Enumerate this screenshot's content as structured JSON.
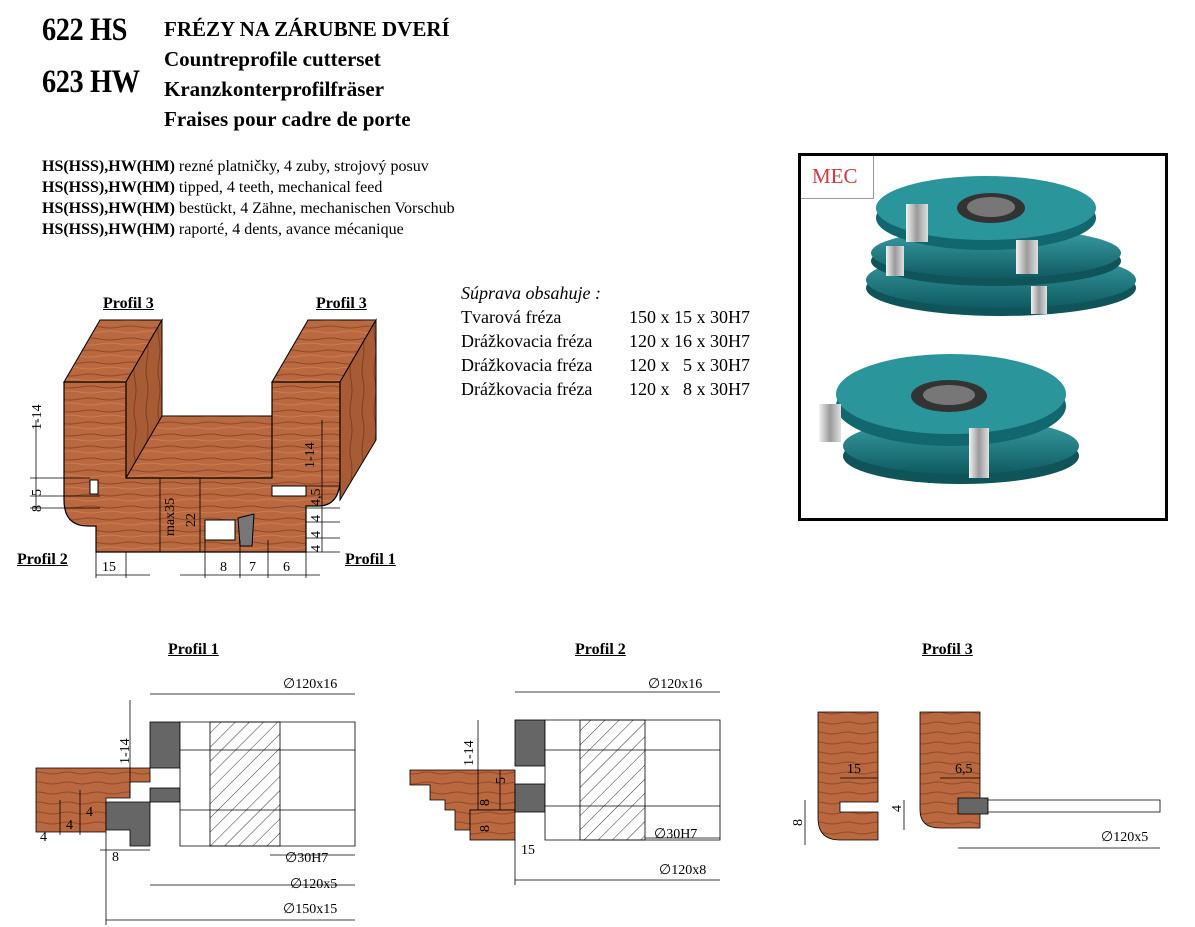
{
  "header": {
    "code1": "622 HS",
    "code2": "623 HW",
    "titles": [
      "FRÉZY NA ZÁRUBNE DVERÍ",
      "Countreprofile cutterset",
      "Kranzkonterprofilfräser",
      "Fraises pour cadre de porte"
    ]
  },
  "specs": [
    {
      "bold": "HS(HSS),HW(HM)",
      "text": " rezné platničky, 4  zuby, strojový posuv"
    },
    {
      "bold": "HS(HSS),HW(HM)",
      "text": " tipped, 4 teeth, mechanical feed"
    },
    {
      "bold": "HS(HSS),HW(HM)",
      "text": " bestückt, 4 Zähne, mechanischen Vorschub"
    },
    {
      "bold": "HS(HSS),HW(HM)",
      "text": " raporté, 4 dents, avance mécanique"
    }
  ],
  "suprava": {
    "heading": "Súprava obsahuje :",
    "rows": [
      {
        "name": "Tvarová fréza",
        "size": "150 x 15 x 30H7"
      },
      {
        "name": "Drážkovacia fréza",
        "size": "120 x 16 x 30H7"
      },
      {
        "name": "Drážkovacia fréza",
        "size": "120 x   5 x 30H7"
      },
      {
        "name": "Drážkovacia fréza",
        "size": "120 x   8 x 30H7"
      }
    ]
  },
  "mec_label": "MEC",
  "brand_color": "#d9363e",
  "cutter_color": "#1f7f86",
  "wood_color": "#b9683f",
  "main_drawing": {
    "profil3_left": "Profil 3",
    "profil3_right": "Profil 3",
    "profil2": "Profil 2",
    "profil1": "Profil 1",
    "dims": {
      "d_1_14_left": "1-14",
      "d_5_left": "5",
      "d_8_left": "8",
      "d_max35": "max35",
      "d_22": "22",
      "d_1_14_right": "1-14",
      "d_4_5": "4,5",
      "d_4a": "4",
      "d_4b": "4",
      "d_4c": "4",
      "d_15": "15",
      "d_8": "8",
      "d_7": "7",
      "d_6": "6"
    }
  },
  "profil1": {
    "label": "Profil 1",
    "d_top": "∅120x16",
    "d_1_14": "1-14",
    "d_4a": "4",
    "d_4b": "4",
    "d_4c": "4",
    "d_8": "8",
    "d_bore": "∅30H7",
    "d_120x5": "∅120x5",
    "d_150x15": "∅150x15"
  },
  "profil2": {
    "label": "Profil 2",
    "d_top": "∅120x16",
    "d_1_14": "1-14",
    "d_5": "5",
    "d_8a": "8",
    "d_8b": "8",
    "d_bore": "∅30H7",
    "d_15": "15",
    "d_120x8": "∅120x8"
  },
  "profil3": {
    "label": "Profil 3",
    "d_15": "15",
    "d_6_5": "6,5",
    "d_8": "8",
    "d_4": "4",
    "d_120x5": "∅120x5"
  }
}
